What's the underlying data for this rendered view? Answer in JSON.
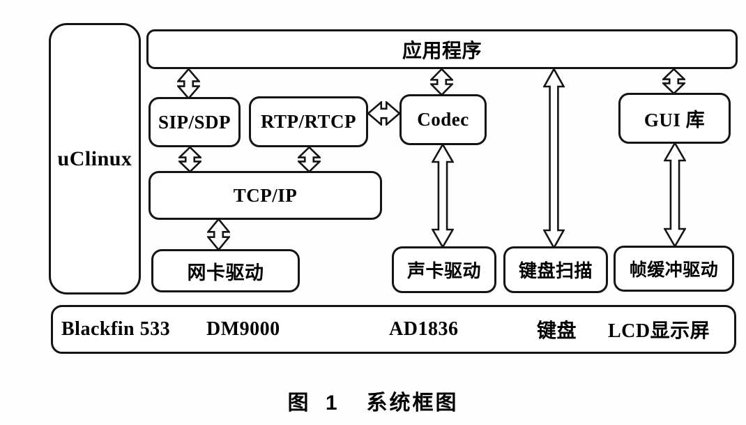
{
  "figure": {
    "caption_figure": "图 1",
    "caption_title": "系统框图"
  },
  "os": {
    "label": "uClinux"
  },
  "layers": {
    "application": "应用程序",
    "sip_sdp": "SIP/SDP",
    "rtp_rtcp": "RTP/RTCP",
    "codec": "Codec",
    "gui_lib": "GUI 库",
    "tcp_ip": "TCP/IP",
    "net_driver": "网卡驱动",
    "sound_driver": "声卡驱动",
    "keyboard_scan": "键盘扫描",
    "framebuffer_driver": "帧缓冲驱动"
  },
  "hardware": {
    "items": [
      "Blackfin 533",
      "DM9000",
      "AD1836",
      "键盘",
      "LCD显示屏"
    ]
  },
  "connections": [
    "应用程序-SIP/SDP",
    "应用程序-Codec",
    "应用程序-键盘扫描",
    "应用程序-GUI库",
    "SIP/SDP-TCP/IP",
    "RTP/RTCP-TCP/IP",
    "RTP/RTCP-Codec",
    "Codec-声卡驱动",
    "GUI库-帧缓冲驱动",
    "TCP/IP-网卡驱动"
  ],
  "colors": {
    "line": "#141414",
    "background": "#fefefe",
    "box_fill": "#ffffff"
  }
}
